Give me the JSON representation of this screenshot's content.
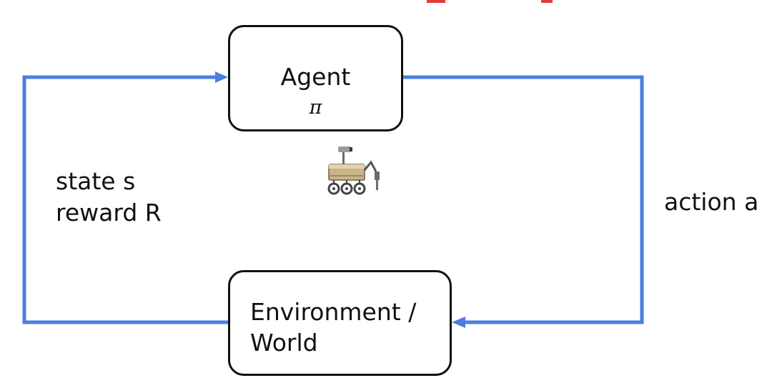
{
  "diagram": {
    "agent": {
      "title": "Agent",
      "policy_symbol": "π"
    },
    "environment": {
      "title": "Environment /\nWorld"
    },
    "feedback_labels": {
      "state": "state s",
      "reward": "reward R"
    },
    "action_label": "action a",
    "robot_icon": "mars-rover-icon",
    "colors": {
      "arrow": "#4a7fe0",
      "box_border": "#111111",
      "text": "#111111",
      "top_mark": "#e53935"
    }
  }
}
